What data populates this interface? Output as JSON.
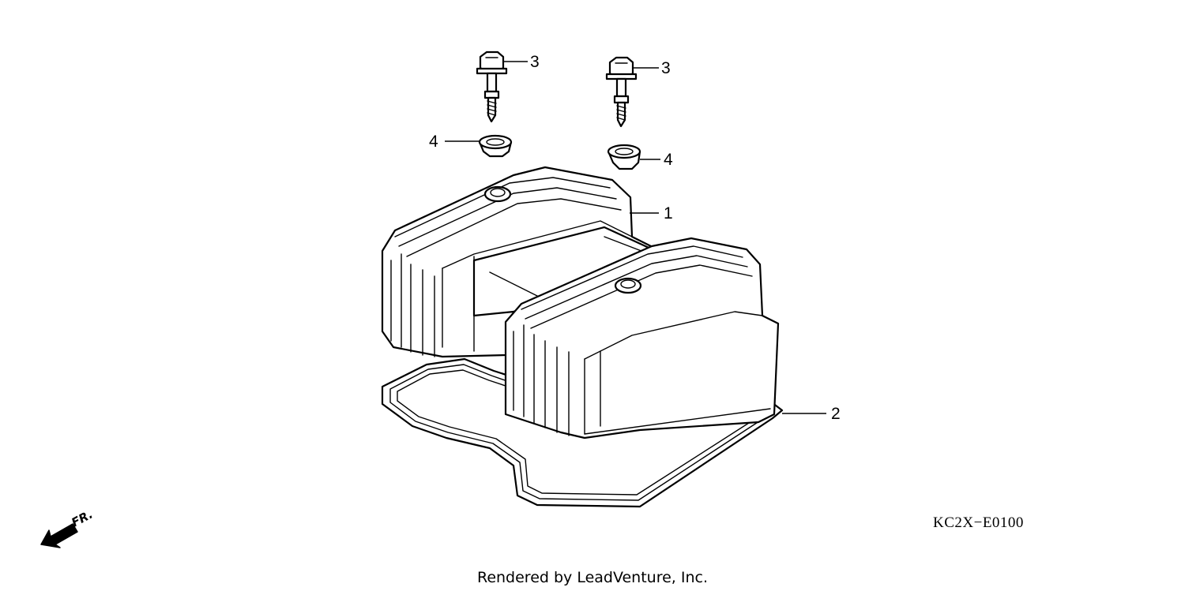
{
  "callouts": {
    "cover": "1",
    "gasket": "2",
    "bolt_left": "3",
    "bolt_right": "3",
    "washer_left": "4",
    "washer_right": "4"
  },
  "diagram_code": "KC2X−E0100",
  "credit": "Rendered by LeadVenture, Inc.",
  "direction_label": "FR."
}
